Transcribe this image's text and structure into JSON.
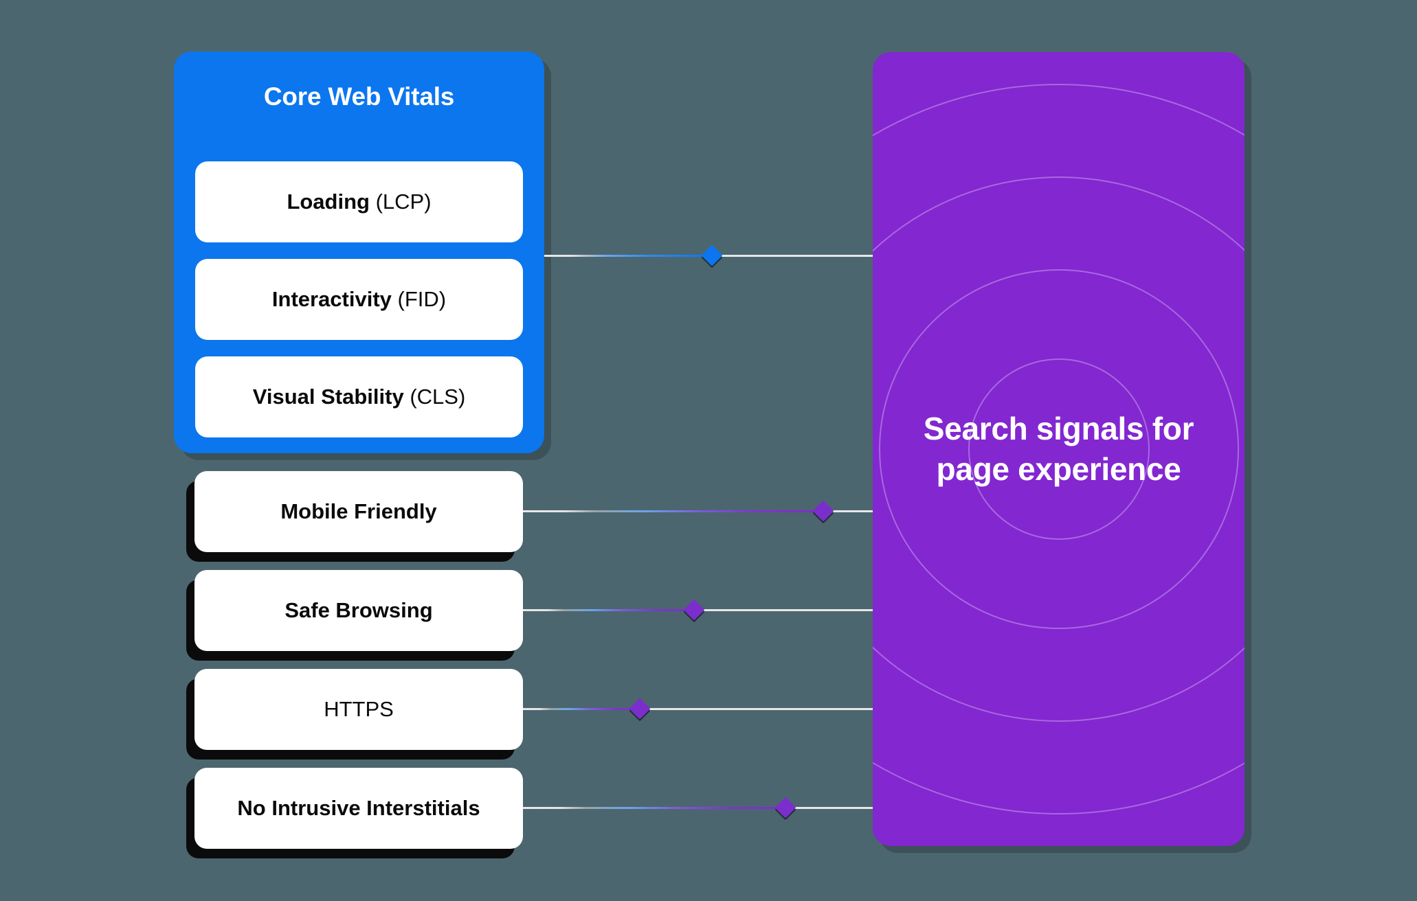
{
  "background_color": "#4c666f",
  "core_web_vitals": {
    "title": "Core Web Vitals",
    "panel_color": "#0b76ee",
    "items": [
      {
        "strong": "Loading ",
        "light": "(LCP)"
      },
      {
        "strong": "Interactivity ",
        "light": "(FID)"
      },
      {
        "strong": "Visual Stability ",
        "light": "(CLS)"
      }
    ]
  },
  "signals": [
    {
      "label": "Mobile Friendly",
      "weight": "bold"
    },
    {
      "label": "Safe Browsing",
      "weight": "bold"
    },
    {
      "label": "HTTPS",
      "weight": "regular"
    },
    {
      "label": "No Intrusive Interstitials",
      "weight": "bold"
    }
  ],
  "search_signals_panel": {
    "title": "Search signals for page experience",
    "panel_color": "#8327d1",
    "ring_count": 5
  },
  "connectors": [
    {
      "from": "core-web-vitals",
      "marker_color": "#0b76ee"
    },
    {
      "from": "mobile-friendly",
      "marker_color": "#7a2ecb"
    },
    {
      "from": "safe-browsing",
      "marker_color": "#7a2ecb"
    },
    {
      "from": "https",
      "marker_color": "#7a2ecb"
    },
    {
      "from": "no-intrusive-interstitials",
      "marker_color": "#7a2ecb"
    }
  ]
}
